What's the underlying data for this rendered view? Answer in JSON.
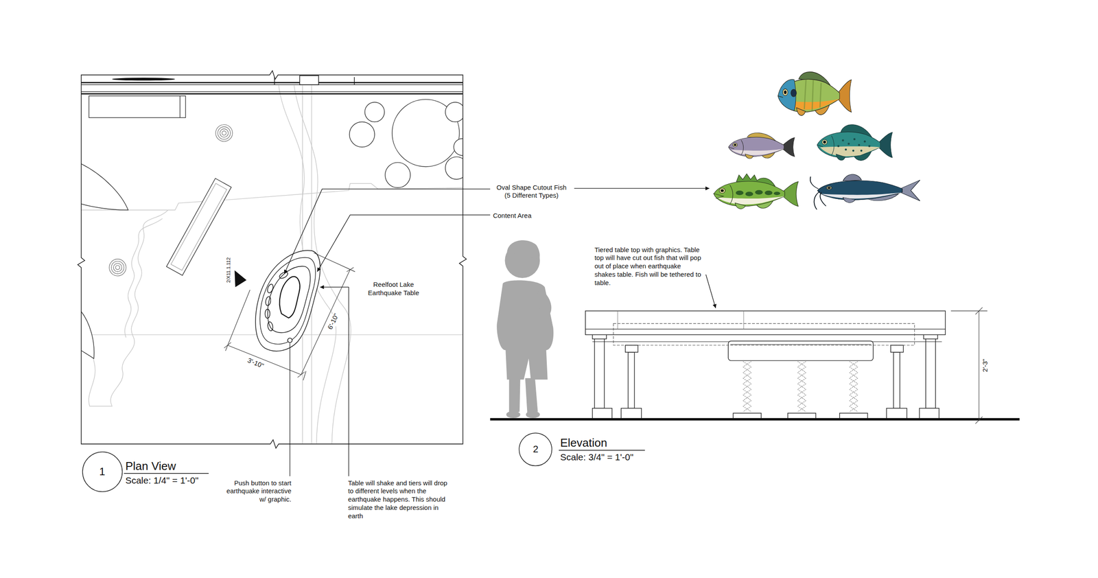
{
  "diagram": {
    "nodes": [
      {
        "text": [
          "1"
        ]
      },
      {
        "text": [
          "2"
        ]
      }
    ],
    "labels": [
      "2/X11.1.112",
      "Oval Shape Cutout Fish (5 Different Types)",
      "Content Area",
      "Reelfoot Lake Earthquake Table",
      "6'-10\"",
      "3'-10\"",
      "Plan View",
      "Scale: 1/4\" = 1'-0\"",
      "Push button to start earthquake interactive w/ graphic.",
      "Table will shake and tiers will drop to different levels when the earthquake happens. This should simulate the lake depression in earth",
      "Tiered table top with graphics. Table top will have cut out fish that will pop out of place when earthquake shakes table. Fish will be tethered to table.",
      "2'-3\"",
      "Elevation",
      "Scale: 3/4\" = 1'-0\""
    ]
  }
}
